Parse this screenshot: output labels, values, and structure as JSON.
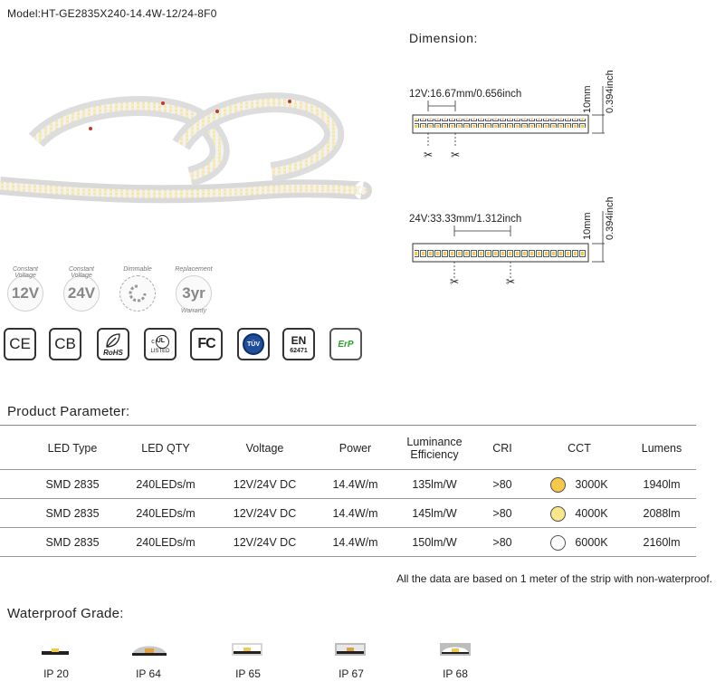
{
  "model": "Model:HT-GE2835X240-14.4W-12/24-8F0",
  "badges": {
    "constant_voltage_12": {
      "arc": "Constant Voltage",
      "value": "12V"
    },
    "constant_voltage_24": {
      "arc": "Constant Voltage",
      "value": "24V"
    },
    "dimmable": {
      "arc": "Dimmable"
    },
    "replacement": {
      "arc": "Replacement",
      "value": "3yr",
      "bottom": "Warranty"
    }
  },
  "certs": {
    "ce": "CE",
    "cb": "CB",
    "rohs": "RoHS",
    "ul_c": "c",
    "ul_listed": "LISTED",
    "fc": "FC",
    "tuv": "TÜV",
    "en_top": "EN",
    "en_bottom": "62471",
    "erp": "ErP"
  },
  "dimension": {
    "title": "Dimension:",
    "v12_label": "12V:16.67mm/0.656inch",
    "v24_label": "24V:33.33mm/1.312inch",
    "width_mm": "10mm",
    "width_inch": "0.394inch"
  },
  "product_parameter": {
    "title": "Product Parameter:",
    "headers": [
      "LED Type",
      "LED QTY",
      "Voltage",
      "Power",
      "Luminance",
      "Efficiency",
      "CRI",
      "CCT",
      "Lumens"
    ],
    "rows": [
      {
        "type": "SMD 2835",
        "qty": "240LEDs/m",
        "voltage": "12V/24V DC",
        "power": "14.4W/m",
        "efficiency": "135lm/W",
        "cri": ">80",
        "cct": "3000K",
        "cct_color": "#f7c948",
        "lumens": "1940lm"
      },
      {
        "type": "SMD 2835",
        "qty": "240LEDs/m",
        "voltage": "12V/24V DC",
        "power": "14.4W/m",
        "efficiency": "145lm/W",
        "cri": ">80",
        "cct": "4000K",
        "cct_color": "#fbe68a",
        "lumens": "2088lm"
      },
      {
        "type": "SMD 2835",
        "qty": "240LEDs/m",
        "voltage": "12V/24V DC",
        "power": "14.4W/m",
        "efficiency": "150lm/W",
        "cri": ">80",
        "cct": "6000K",
        "cct_color": "#ffffff",
        "lumens": "2160lm"
      }
    ],
    "note": "All  the data are based on 1 meter of the strip with non-waterproof."
  },
  "waterproof": {
    "title": "Waterproof Grade:",
    "grades": [
      "IP 20",
      "IP 64",
      "IP 65",
      "IP 67",
      "IP 68"
    ]
  }
}
